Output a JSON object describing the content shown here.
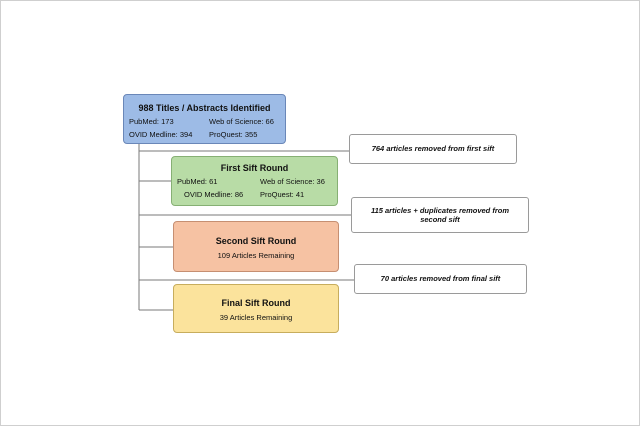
{
  "diagram": {
    "identified": {
      "title": "988 Titles / Abstracts Identified",
      "pubmed": "PubMed: 173",
      "web_of_science": "Web of Science: 66",
      "ovid_medline": "OVID Medline: 394",
      "proquest": "ProQuest: 355"
    },
    "first_sift": {
      "title": "First Sift Round",
      "pubmed": "PubMed: 61",
      "web_of_science": "Web of Science: 36",
      "ovid_medline": "OVID Medline: 86",
      "proquest": "ProQuest: 41"
    },
    "second_sift": {
      "title": "Second Sift Round",
      "remaining": "109 Articles Remaining"
    },
    "final_sift": {
      "title": "Final Sift Round",
      "remaining": "39 Articles Remaining"
    },
    "notes": {
      "first": "764 articles removed from first sift",
      "second": "115 articles + duplicates removed from second sift",
      "third": "70 articles removed from final sift"
    },
    "colors": {
      "identified_fill": "#9dbbe6",
      "first_fill": "#b8dca6",
      "second_fill": "#f6c2a3",
      "final_fill": "#fbe39c",
      "connector": "#7a7a7a"
    }
  }
}
